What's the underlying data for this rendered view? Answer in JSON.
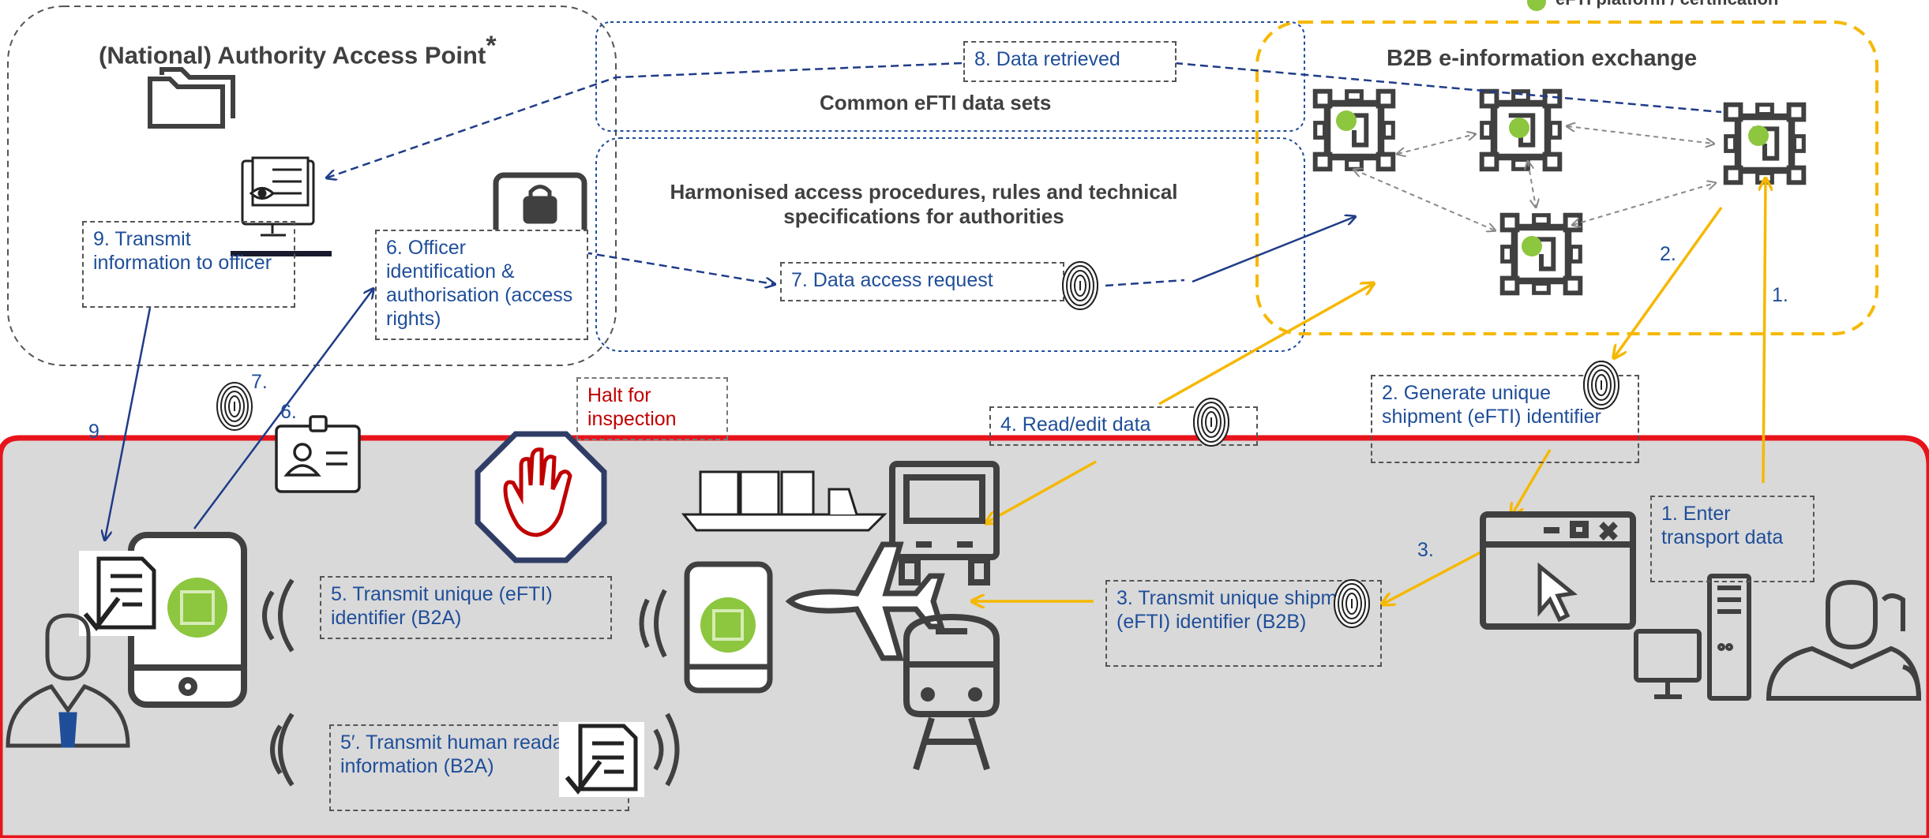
{
  "legend": {
    "label": "eFTI platform / certification",
    "color": "#8dc63f"
  },
  "authority_panel": {
    "title": "(National) Authority Access Point",
    "asterisk": "*"
  },
  "common_sets": {
    "title": "Common eFTI data sets"
  },
  "procedures": {
    "title_line1": "Harmonised access procedures, rules and technical",
    "title_line2": "specifications for authorities"
  },
  "b2b": {
    "title": "B2B e-information exchange"
  },
  "steps": {
    "s1": "1. Enter transport data",
    "s2": "2. Generate unique shipment (eFTI) identifier",
    "s3": "3. Transmit unique shipment (eFTI) identifier (B2B)",
    "s4": "4. Read/edit data",
    "s5": "5. Transmit unique (eFTI) identifier (B2A)",
    "s5b": "5′. Transmit human readable information (B2A)",
    "s6": "6. Officer identification & authorisation (access rights)",
    "s7": "7. Data access request",
    "s8": "8. Data retrieved",
    "s9": "9. Transmit information to officer"
  },
  "halt": {
    "label": "Halt for inspection",
    "color": "#c00000"
  },
  "numbers": {
    "n1": "1.",
    "n2": "2.",
    "n3": "3.",
    "n6": "6.",
    "n7": "7.",
    "n9": "9."
  },
  "colors": {
    "flow_blue": "#1f3c88",
    "flow_yellow": "#f5b800",
    "panel_red": "#e8141b",
    "panel_fill": "#d9d9d9",
    "icon_dark": "#404040",
    "text_blue": "#1f4e99"
  }
}
